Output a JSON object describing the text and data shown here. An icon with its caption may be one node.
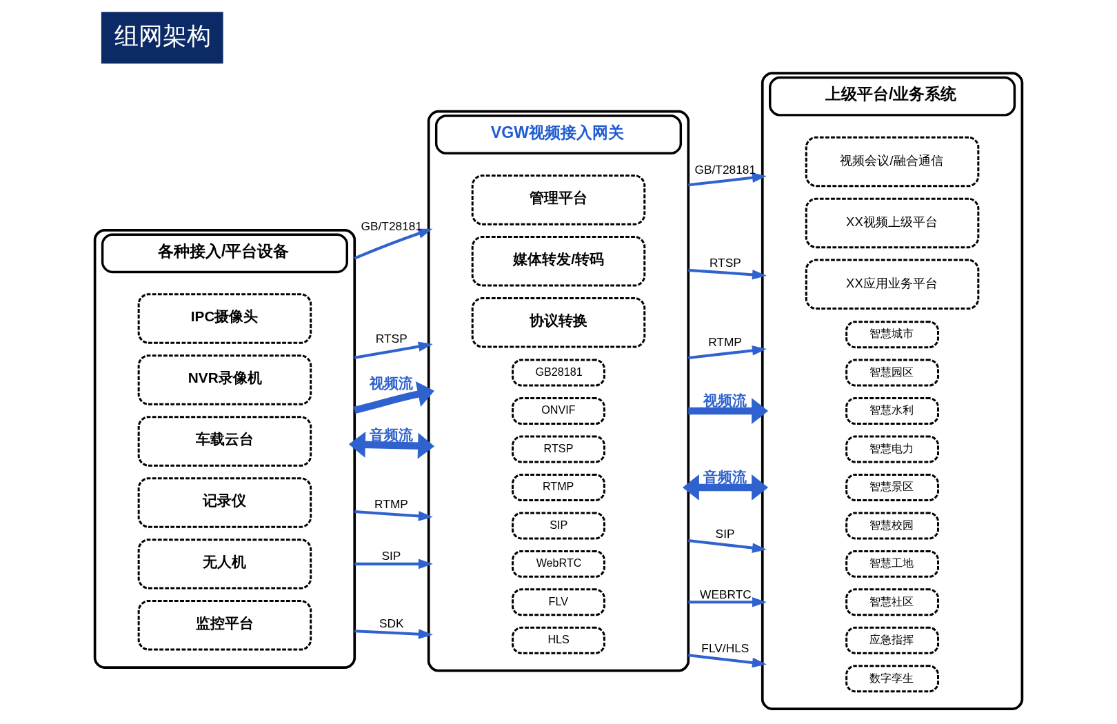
{
  "diagram": {
    "title": "组网架构",
    "nodes": [
      {
        "text": [
          "各种接入/平台设备"
        ]
      },
      {
        "text": [
          "IPC摄像头"
        ],
        "in": 0
      },
      {
        "text": [
          "NVR录像机"
        ],
        "in": 0
      },
      {
        "text": [
          "车载云台"
        ],
        "in": 0
      },
      {
        "text": [
          "记录仪"
        ],
        "in": 0
      },
      {
        "text": [
          "无人机"
        ],
        "in": 0
      },
      {
        "text": [
          "监控平台"
        ],
        "in": 0
      },
      {
        "text": [
          "VGW视频接入网关"
        ]
      },
      {
        "text": [
          "管理平台"
        ],
        "in": 7
      },
      {
        "text": [
          "媒体转发/转码"
        ],
        "in": 7
      },
      {
        "text": [
          "协议转换"
        ],
        "in": 7
      },
      {
        "text": [
          "GB28181"
        ],
        "in": 7
      },
      {
        "text": [
          "ONVIF"
        ],
        "in": 7
      },
      {
        "text": [
          "RTSP"
        ],
        "in": 7
      },
      {
        "text": [
          "RTMP"
        ],
        "in": 7
      },
      {
        "text": [
          "SIP"
        ],
        "in": 7
      },
      {
        "text": [
          "WebRTC"
        ],
        "in": 7
      },
      {
        "text": [
          "FLV"
        ],
        "in": 7
      },
      {
        "text": [
          "HLS"
        ],
        "in": 7
      },
      {
        "text": [
          "上级平台/业务系统"
        ]
      },
      {
        "text": [
          "视频会议/融合通信"
        ],
        "in": 19
      },
      {
        "text": [
          "XX视频上级平台"
        ],
        "in": 19
      },
      {
        "text": [
          "XX应用业务平台"
        ],
        "in": 19
      },
      {
        "text": [
          "智慧城市"
        ],
        "in": 19
      },
      {
        "text": [
          "智慧园区"
        ],
        "in": 19
      },
      {
        "text": [
          "智慧水利"
        ],
        "in": 19
      },
      {
        "text": [
          "智慧电力"
        ],
        "in": 19
      },
      {
        "text": [
          "智慧景区"
        ],
        "in": 19
      },
      {
        "text": [
          "智慧校园"
        ],
        "in": 19
      },
      {
        "text": [
          "智慧工地"
        ],
        "in": 19
      },
      {
        "text": [
          "智慧社区"
        ],
        "in": 19
      },
      {
        "text": [
          "应急指挥"
        ],
        "in": 19
      },
      {
        "text": [
          "数字孪生"
        ],
        "in": 19
      }
    ],
    "edges": [
      {
        "from": 0,
        "to": 7,
        "arrow": "to",
        "label": "GB/T28181"
      },
      {
        "from": 0,
        "to": 7,
        "arrow": "to",
        "label": "RTSP"
      },
      {
        "from": 0,
        "to": 7,
        "arrow": "to",
        "label": "视频流",
        "style": "thick"
      },
      {
        "from": 0,
        "to": 7,
        "arrow": "both",
        "label": "音频流",
        "style": "thick"
      },
      {
        "from": 0,
        "to": 7,
        "arrow": "to",
        "label": "RTMP"
      },
      {
        "from": 0,
        "to": 7,
        "arrow": "to",
        "label": "SIP"
      },
      {
        "from": 0,
        "to": 7,
        "arrow": "to",
        "label": "SDK"
      },
      {
        "from": 7,
        "to": 19,
        "arrow": "to",
        "label": "GB/T28181"
      },
      {
        "from": 7,
        "to": 19,
        "arrow": "to",
        "label": "RTSP"
      },
      {
        "from": 7,
        "to": 19,
        "arrow": "to",
        "label": "RTMP"
      },
      {
        "from": 7,
        "to": 19,
        "arrow": "to",
        "label": "视频流",
        "style": "thick"
      },
      {
        "from": 7,
        "to": 19,
        "arrow": "both",
        "label": "音频流",
        "style": "thick"
      },
      {
        "from": 7,
        "to": 19,
        "arrow": "to",
        "label": "SIP"
      },
      {
        "from": 7,
        "to": 19,
        "arrow": "to",
        "label": "WEBRTC"
      },
      {
        "from": 7,
        "to": 19,
        "arrow": "to",
        "label": "FLV/HLS"
      }
    ]
  }
}
